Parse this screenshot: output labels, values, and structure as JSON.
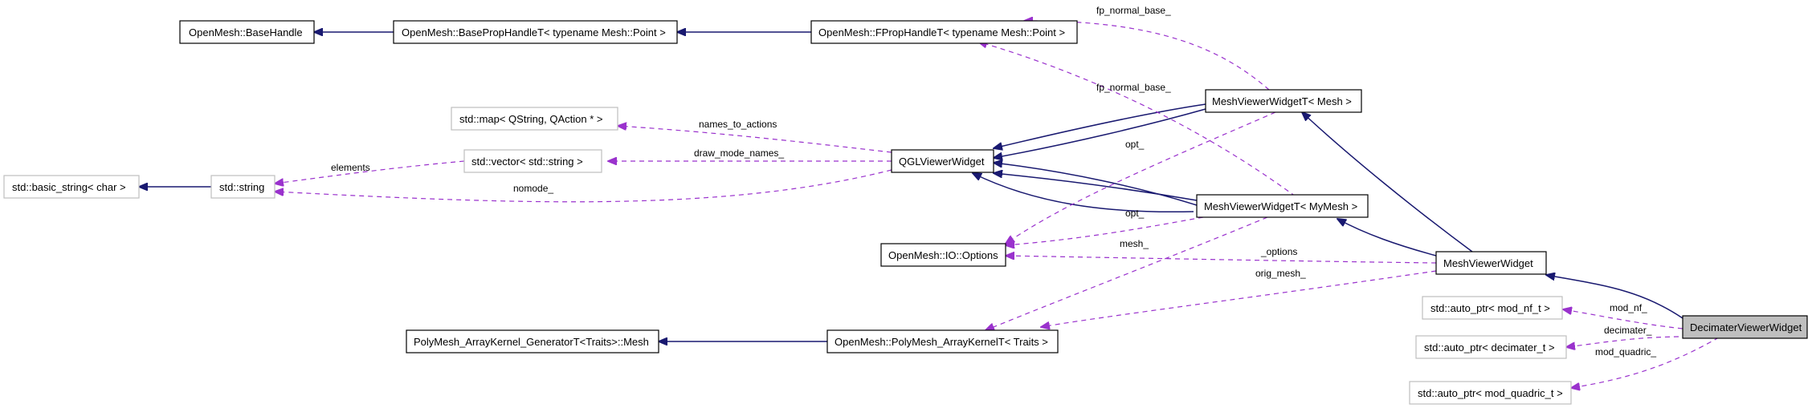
{
  "diagram": {
    "nodes": {
      "base_handle": "OpenMesh::BaseHandle",
      "base_prop_handle": "OpenMesh::BasePropHandleT< typename Mesh::Point >",
      "fprop_handle": "OpenMesh::FPropHandleT< typename Mesh::Point >",
      "map_qstring": "std::map< QString, QAction * >",
      "vector_string": "std::vector< std::string >",
      "basic_string": "std::basic_string< char >",
      "std_string": "std::string",
      "qgl_viewer": "QGLViewerWidget",
      "mesh_viewer_mesh": "MeshViewerWidgetT< Mesh >",
      "mesh_viewer_mymesh": "MeshViewerWidgetT< MyMesh >",
      "io_options": "OpenMesh::IO::Options",
      "mesh_viewer": "MeshViewerWidget",
      "auto_ptr_mod_nf": "std::auto_ptr< mod_nf_t >",
      "auto_ptr_decimater": "std::auto_ptr< decimater_t >",
      "auto_ptr_mod_quadric": "std::auto_ptr< mod_quadric_t >",
      "decimater_viewer": "DecimaterViewerWidget",
      "polymesh_generator": "PolyMesh_ArrayKernel_GeneratorT<Traits>::Mesh",
      "polymesh_kernel": "OpenMesh::PolyMesh_ArrayKernelT< Traits >"
    },
    "edge_labels": {
      "fp_normal_base_top": "fp_normal_base_",
      "fp_normal_base_mid": "fp_normal_base_",
      "names_to_actions": "names_to_actions",
      "draw_mode_names": "draw_mode_names_",
      "elements": "elements",
      "nomode": "nomode_",
      "opt_top": "opt_",
      "opt_mid": "opt_",
      "options": "_options",
      "mesh": "mesh_",
      "orig_mesh": "orig_mesh_",
      "mod_nf": "mod_nf_",
      "decimater": "decimater_",
      "mod_quadric": "mod_quadric_"
    },
    "colors": {
      "inheritance": "#191970",
      "member": "#9a32cd",
      "current_node_fill": "#bfbfbf",
      "muted_border": "#bfbfbf"
    }
  }
}
